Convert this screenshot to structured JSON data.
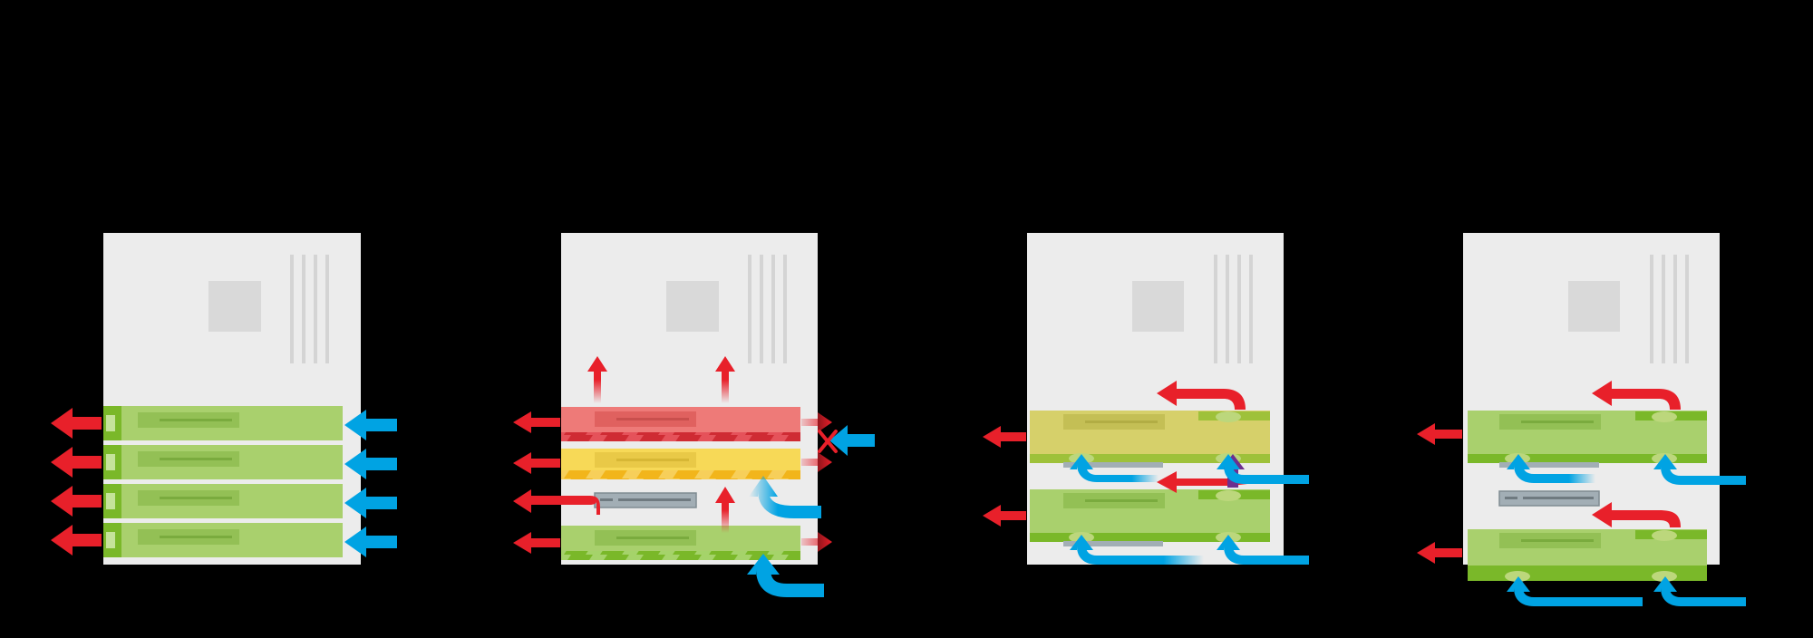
{
  "colors": {
    "background": "#000000",
    "motherboard": "#ececec",
    "cpu_socket": "#d9d9d9",
    "ram_slot": "#d4d4d4",
    "card_green": "#a9d06d",
    "card_green_dark": "#7ab829",
    "card_olive": "#d6d06a",
    "card_red": "#ee7a78",
    "card_red_dark": "#cf2b33",
    "card_yellow": "#f7d957",
    "card_yellow_dark": "#f2b51b",
    "empty_slot": "#a2aeb5",
    "arrow_hot": "#e8202a",
    "arrow_cool": "#00a3e3",
    "arrow_mixed": "#6c2f8f"
  },
  "icons": {
    "cool_air": "arrow-cool-icon",
    "hot_air": "arrow-hot-icon",
    "mixed_air": "arrow-mixed-icon",
    "blocked": "blocked-x-icon"
  },
  "panels": [
    {
      "id": "panel-1",
      "cards": 4,
      "empty_slots": 0
    },
    {
      "id": "panel-2",
      "cards": 3,
      "empty_slots": 1
    },
    {
      "id": "panel-3",
      "cards": 2,
      "empty_slots": 2
    },
    {
      "id": "panel-4",
      "cards": 2,
      "empty_slots": 1
    }
  ]
}
